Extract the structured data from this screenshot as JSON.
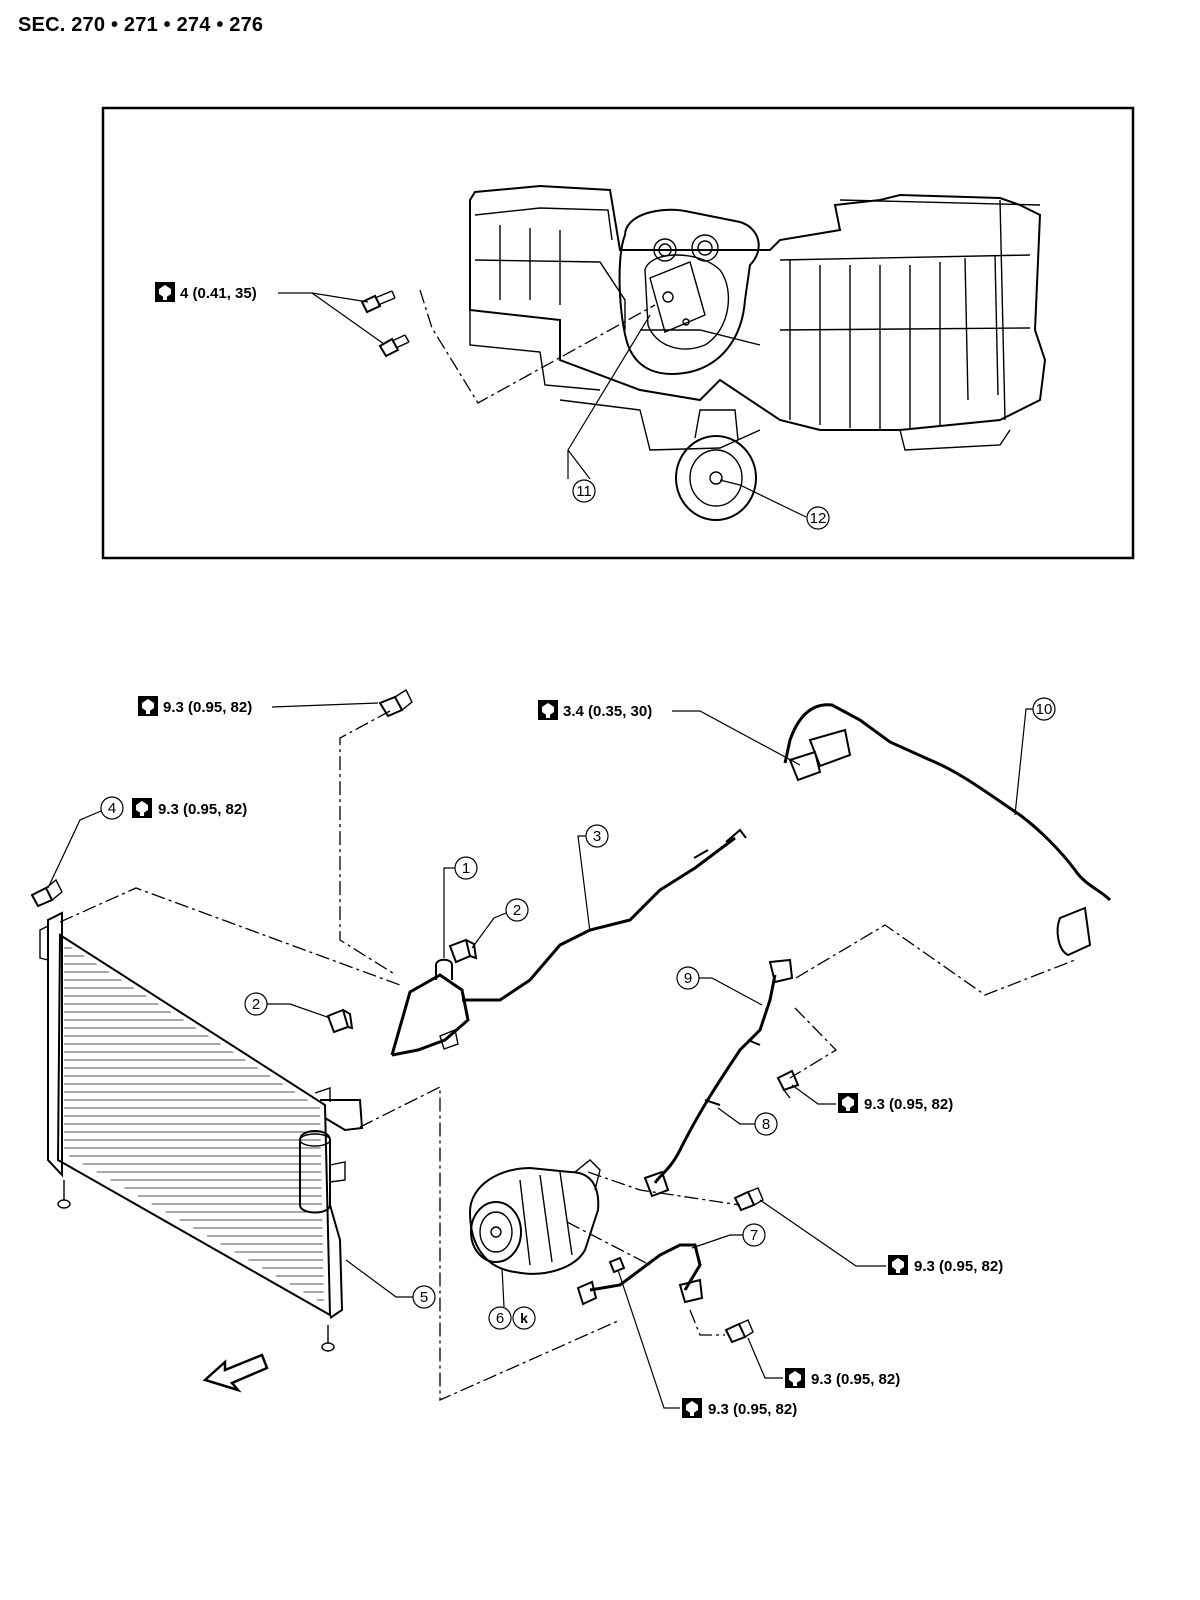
{
  "header": {
    "section": "SEC. 270 • 271 • 274 • 276"
  },
  "torque_specs": {
    "t_top": "4 (0.41, 35)",
    "t1": "9.3 (0.95, 82)",
    "t2": "9.3 (0.95, 82)",
    "t3": "3.4 (0.35, 30)",
    "t4": "9.3 (0.95, 82)",
    "t5": "9.3 (0.95, 82)",
    "t6": "9.3 (0.95, 82)",
    "t7": "9.3 (0.95, 82)"
  },
  "callouts": {
    "c1": "1",
    "c2a": "2",
    "c2b": "2",
    "c3": "3",
    "c4": "4",
    "c5": "5",
    "c6": "6",
    "c6k": "k",
    "c7": "7",
    "c8": "8",
    "c9": "9",
    "c10": "10",
    "c11": "11",
    "c12": "12"
  },
  "icons": {
    "torque": "tightening-torque-icon",
    "front": "front-arrow-icon"
  }
}
